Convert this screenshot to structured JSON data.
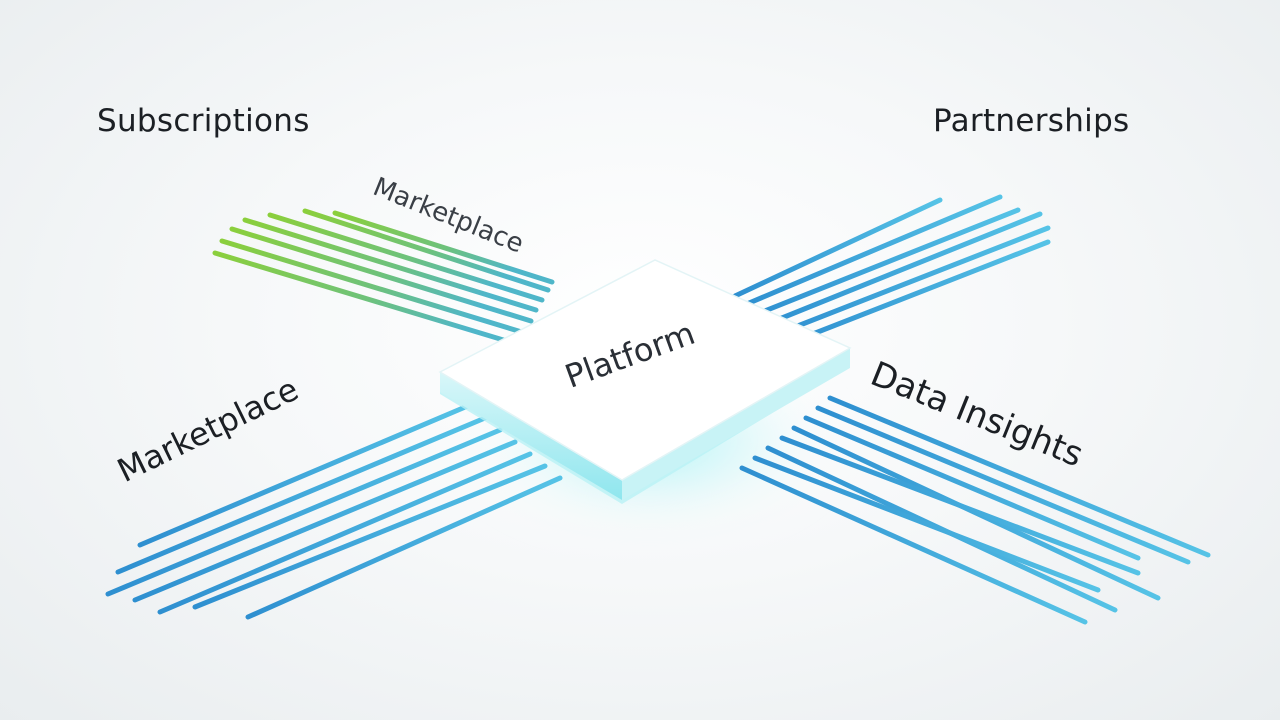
{
  "labels": {
    "subscriptions": "Subscriptions",
    "partnerships": "Partnerships",
    "marketplace_top": "Marketplace",
    "marketplace_left": "Marketplace",
    "data_insights": "Data Insights",
    "platform": "Platform"
  },
  "colors": {
    "green_line": "#7ac943",
    "blue_line": "#3aa6dc",
    "platform_glow": "#a8f0f4",
    "text": "#1b1f24"
  }
}
